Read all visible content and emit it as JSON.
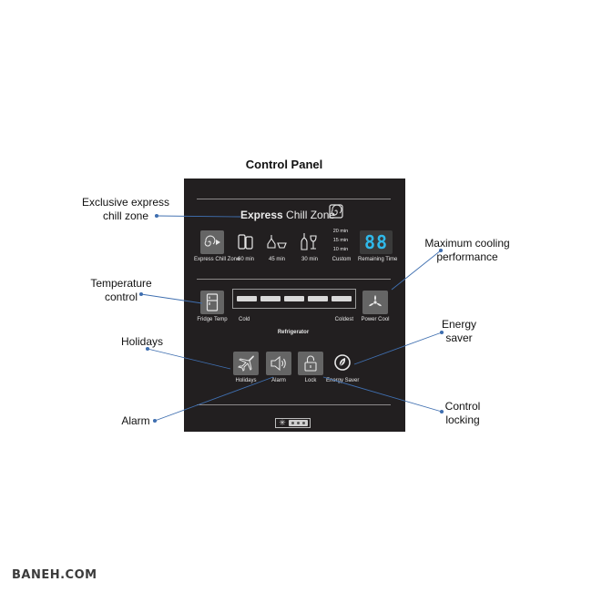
{
  "title": "Control Panel",
  "express_chill": {
    "heading_bold": "Express",
    "heading_light": "Chill Zone",
    "button_label": "Express Chill Zone",
    "options": [
      {
        "label": "60 min",
        "icon": "cans-icon"
      },
      {
        "label": "45 min",
        "icon": "bottle-glass-icon"
      },
      {
        "label": "30 min",
        "icon": "wine-bottle-icon"
      }
    ],
    "custom": {
      "label": "Custom",
      "times": [
        "20 min",
        "15 min",
        "10 min"
      ]
    },
    "remaining": {
      "value": "88",
      "label": "Remaining Time"
    }
  },
  "refrigerator": {
    "fridge_temp_label": "Fridge Temp",
    "scale_left": "Cold",
    "scale_right": "Coldest",
    "title": "Refrigerator",
    "power_cool_label": "Power Cool"
  },
  "bottom_row": {
    "holidays_label": "Holidays",
    "alarm_label": "Alarm",
    "lock_label": "Lock",
    "energy_saver_label": "Energy Saver"
  },
  "callouts": {
    "exclusive_chill": "Exclusive express chill zone",
    "max_cooling": "Maximum cooling performance",
    "temperature_control": "Temperature control",
    "holidays": "Holidays",
    "energy_saver": "Energy saver",
    "control_locking": "Control locking",
    "alarm": "Alarm"
  },
  "watermark": "BANEH.COM",
  "colors": {
    "panel": "#221f20",
    "button": "#656565",
    "display_digits": "#2fb9ea",
    "leader_line": "#3f6fb0"
  }
}
